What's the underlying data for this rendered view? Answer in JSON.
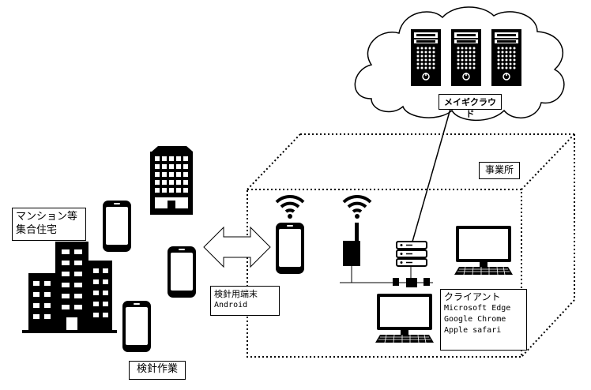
{
  "labels": {
    "cloud": "メイギクラウド",
    "office": "事業所",
    "building": "マンション等\n集合住宅",
    "meter_work": "検針作業",
    "terminal_title": "検針用端末",
    "terminal_os": "Android",
    "client_title": "クライアント",
    "client_browsers": [
      "Microsoft Edge",
      "Google Chrome",
      "Apple safari"
    ]
  },
  "icons": [
    "cloud-icon",
    "server-icon",
    "office-building-icon",
    "apartment-building-icon",
    "smartphone-icon",
    "wifi-icon",
    "router-antenna-icon",
    "rack-server-icon",
    "monitor-icon",
    "double-arrow-icon"
  ]
}
